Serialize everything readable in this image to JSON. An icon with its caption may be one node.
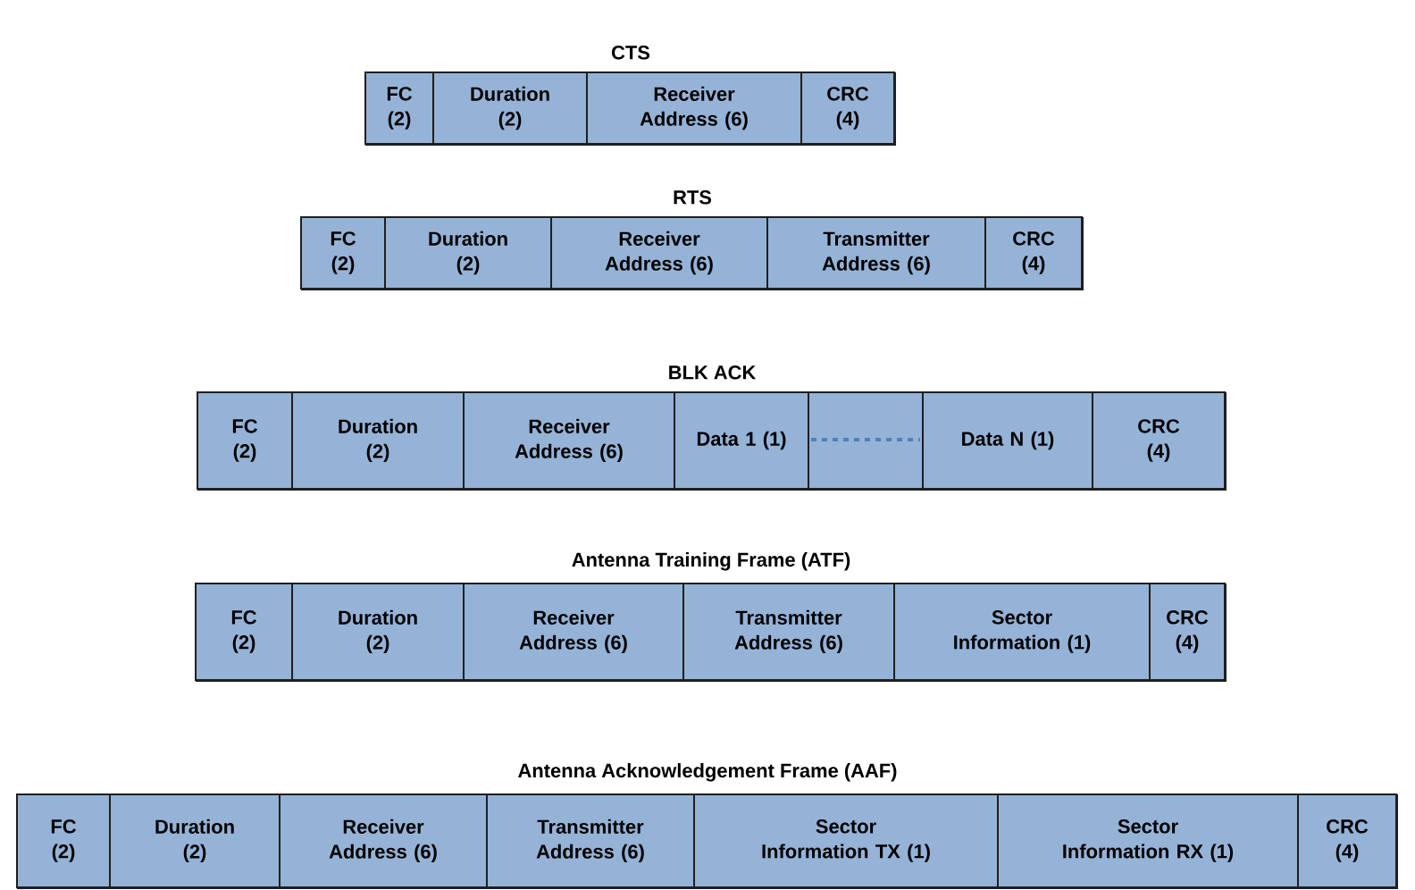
{
  "diagram": {
    "nodes": [
      {
        "text": [
          "CTS"
        ]
      },
      {
        "text": [
          "FC (2)"
        ],
        "in": 0
      },
      {
        "text": [
          "Duration (2)"
        ],
        "in": 0
      },
      {
        "text": [
          "Receiver Address (6)"
        ],
        "in": 0
      },
      {
        "text": [
          "CRC (4)"
        ],
        "in": 0
      },
      {
        "text": [
          "RTS"
        ]
      },
      {
        "text": [
          "FC (2)"
        ],
        "in": 5
      },
      {
        "text": [
          "Duration (2)"
        ],
        "in": 5
      },
      {
        "text": [
          "Receiver Address (6)"
        ],
        "in": 5
      },
      {
        "text": [
          "Transmitter Address (6)"
        ],
        "in": 5
      },
      {
        "text": [
          "CRC (4)"
        ],
        "in": 5
      },
      {
        "text": [
          "BLK ACK"
        ]
      },
      {
        "text": [
          "FC (2)"
        ],
        "in": 11
      },
      {
        "text": [
          "Duration (2)"
        ],
        "in": 11
      },
      {
        "text": [
          "Receiver Address (6)"
        ],
        "in": 11
      },
      {
        "text": [
          "Data 1 (1)"
        ],
        "in": 11
      },
      {
        "text": [],
        "shape": "box",
        "in": 11
      },
      {
        "text": [
          "Data N (1)"
        ],
        "in": 11
      },
      {
        "text": [
          "CRC (4)"
        ],
        "in": 11
      },
      {
        "text": [
          "Antenna Training Frame (ATF)"
        ]
      },
      {
        "text": [
          "FC (2)"
        ],
        "in": 19
      },
      {
        "text": [
          "Duration (2)"
        ],
        "in": 19
      },
      {
        "text": [
          "Receiver Address (6)"
        ],
        "in": 19
      },
      {
        "text": [
          "Transmitter Address (6)"
        ],
        "in": 19
      },
      {
        "text": [
          "Sector Information (1)"
        ],
        "in": 19
      },
      {
        "text": [
          "CRC (4)"
        ],
        "in": 19
      },
      {
        "text": [
          "Antenna Acknowledgement Frame (AAF)"
        ]
      },
      {
        "text": [
          "FC (2)"
        ],
        "in": 26
      },
      {
        "text": [
          "Duration (2)"
        ],
        "in": 26
      },
      {
        "text": [
          "Receiver Address (6)"
        ],
        "in": 26
      },
      {
        "text": [
          "Transmitter Address (6)"
        ],
        "in": 26
      },
      {
        "text": [
          "Sector Information TX (1)"
        ],
        "in": 26
      },
      {
        "text": [
          "Sector Information RX (1)"
        ],
        "in": 26
      },
      {
        "text": [
          "CRC (4)"
        ],
        "in": 26
      }
    ]
  }
}
